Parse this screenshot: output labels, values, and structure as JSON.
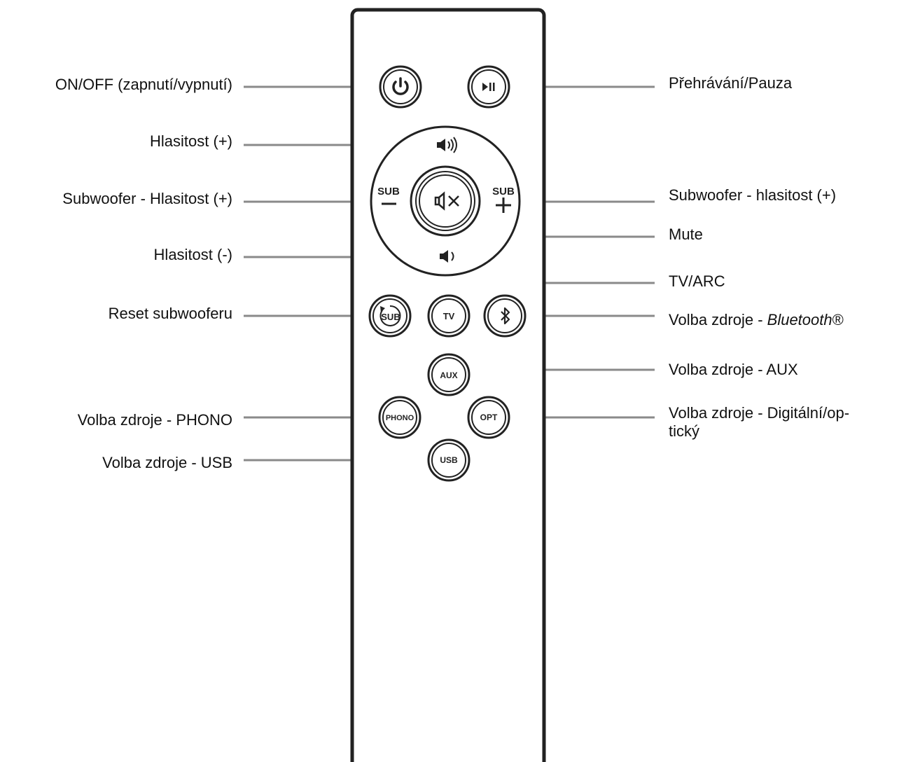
{
  "labels_left": {
    "power": "ON/OFF (zapnutí/vypnutí)",
    "vol_up": "Hlasitost (+)",
    "sub_minus": "Subwoofer - Hlasitost (+)",
    "vol_down": "Hlasitost (-)",
    "sub_reset": "Reset subwooferu",
    "phono": "Volba zdroje - PHONO",
    "usb": "Volba zdroje - USB"
  },
  "labels_right": {
    "play_pause": "Přehrávání/Pauza",
    "sub_plus": "Subwoofer - hlasitost (+)",
    "mute": "Mute",
    "tv": "TV/ARC",
    "bt_prefix": "Volba zdroje - ",
    "bt_italic": "Bluetooth",
    "bt_suffix": "®",
    "aux": "Volba zdroje - AUX",
    "opt_line1": "Volba zdroje - Digitální/op-",
    "opt_line2": "tický"
  },
  "buttons": {
    "sub_minus": "SUB",
    "sub_plus": "SUB",
    "sub_reset": "SUB",
    "tv": "TV",
    "aux": "AUX",
    "phono": "PHONO",
    "opt": "OPT",
    "usb": "USB"
  },
  "colors": {
    "outline": "#222222",
    "leader_line": "#8a8a8a",
    "text": "#111111"
  }
}
